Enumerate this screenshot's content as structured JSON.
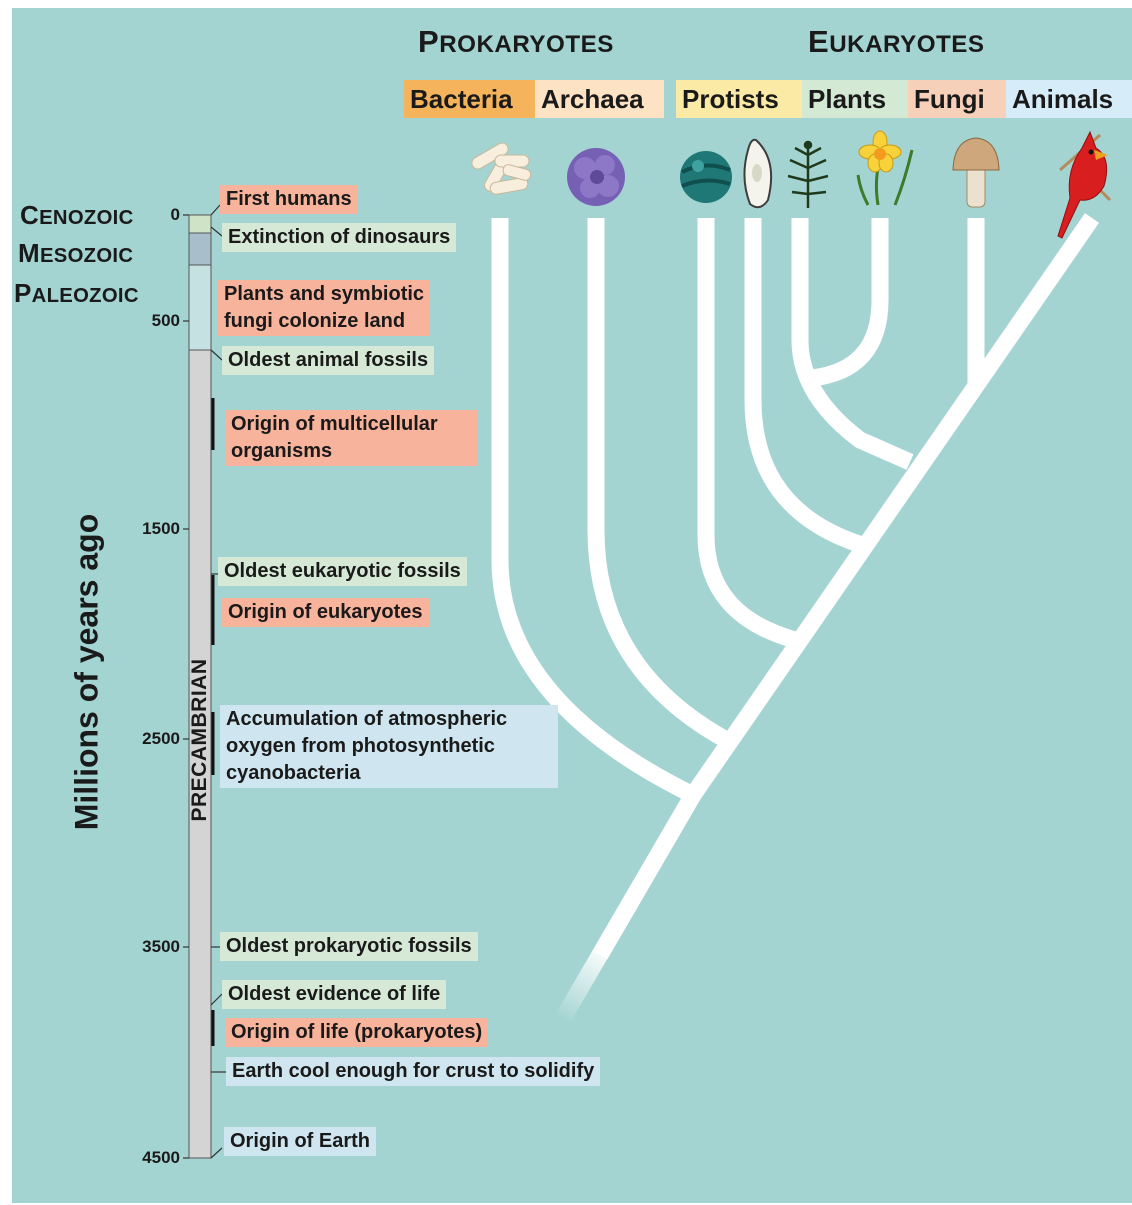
{
  "headers": {
    "prokaryotes": "Prokaryotes",
    "eukaryotes": "Eukaryotes"
  },
  "groups": {
    "bacteria": "Bacteria",
    "archaea": "Archaea",
    "protists": "Protists",
    "plants": "Plants",
    "fungi": "Fungi",
    "animals": "Animals"
  },
  "eras": {
    "cenozoic": "Cenozoic",
    "mesozoic": "Mesozoic",
    "paleozoic": "Paleozoic",
    "precambrian": "PRECAMBRIAN"
  },
  "axis": {
    "label": "Millions of years ago",
    "ticks": [
      "0",
      "500",
      "1500",
      "2500",
      "3500",
      "4500"
    ]
  },
  "events": {
    "first_humans": "First humans",
    "extinction_dinosaurs": "Extinction of dinosaurs",
    "plants_fungi_land_1": "Plants and symbiotic",
    "plants_fungi_land_2": "fungi colonize land",
    "oldest_animal_fossils": "Oldest animal fossils",
    "multicellular_1": "Origin of multicellular",
    "multicellular_2": "organisms",
    "oldest_eukaryotic_fossils": "Oldest eukaryotic fossils",
    "origin_eukaryotes": "Origin of eukaryotes",
    "oxygen_1": "Accumulation of atmospheric",
    "oxygen_2": "oxygen from photosynthetic",
    "oxygen_3": "cyanobacteria",
    "oldest_prokaryotic_fossils": "Oldest prokaryotic fossils",
    "oldest_evidence_life": "Oldest evidence of life",
    "origin_life": "Origin of life (prokaryotes)",
    "earth_cool": "Earth cool enough for crust to solidify",
    "origin_earth": "Origin of Earth"
  },
  "colors": {
    "background": "#a4d4d2",
    "branch": "#ffffff",
    "bacteria_tag": "#f5b35c",
    "archaea_tag": "#fde2c4",
    "protists_tag": "#fbeaa6",
    "plants_tag": "#d3e9d4",
    "fungi_tag": "#f6d0b9",
    "animals_tag": "#d6ecf8",
    "event_pink": "#f8b39c",
    "event_green": "#d6e8d6",
    "event_blue": "#cfe6f0"
  },
  "icons": [
    "bacteria-cells-icon",
    "archaea-cell-icon",
    "protist-diatom-icon",
    "protist-paramecium-icon",
    "fern-icon",
    "daffodil-icon",
    "mushroom-icon",
    "cardinal-bird-icon"
  ]
}
